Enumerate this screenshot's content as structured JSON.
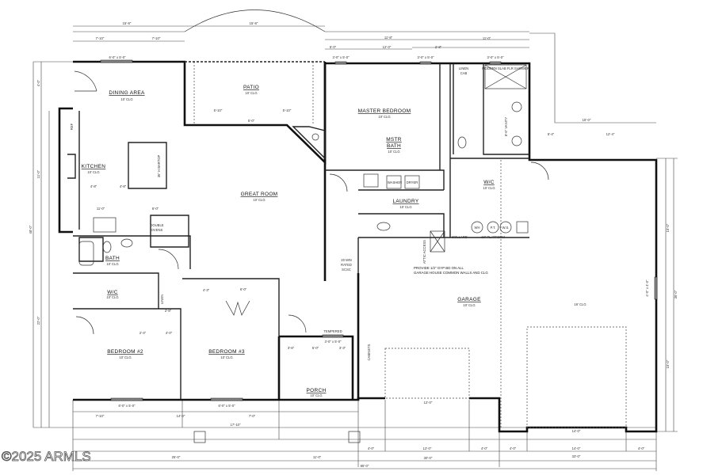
{
  "watermark": "©2025 ARMLS",
  "rooms": {
    "dining": {
      "name": "DINING AREA",
      "clg": "10' CLG"
    },
    "kitchen": {
      "name": "KITCHEN",
      "clg": "10' CLG"
    },
    "patio": {
      "name": "PATIO",
      "clg": "10' CLG"
    },
    "great_room": {
      "name": "GREAT ROOM",
      "clg": "10' CLG"
    },
    "master_bedroom": {
      "name": "MASTER BEDROOM",
      "clg": "10' CLG"
    },
    "master_bath": {
      "name1": "MSTR",
      "name2": "BATH",
      "clg": "10' CLG"
    },
    "master_wic": {
      "name": "W/C",
      "clg": "10' CLG"
    },
    "laundry": {
      "name": "LAUNDRY",
      "clg": "10' CLG"
    },
    "bath": {
      "name": "BATH",
      "clg": "10' CLG"
    },
    "wic": {
      "name": "W/C",
      "clg": "10' CLG"
    },
    "bedroom2": {
      "name": "BEDROOM #2",
      "clg": "10' CLG"
    },
    "bedroom3": {
      "name": "BEDROOM #3",
      "clg": "10' CLG"
    },
    "porch": {
      "name": "PORCH",
      "clg": "10' CLG"
    },
    "garage": {
      "name": "GARAGE",
      "clg": "10' CLG"
    },
    "garage_bay": {
      "clg": "16' CLG"
    }
  },
  "fixtures": {
    "double_ovens_1": "DOUBLE",
    "double_ovens_2": "OVENS",
    "linen_cab_1": "LINEN",
    "linen_cab_2": "CAB",
    "shower": "MODERN SLAB FLR SHOWER",
    "vanity": "8'-6\" VANITY",
    "washer": "WASHER",
    "dryer": "DRYER",
    "rated_1": "20 MIN",
    "rated_2": "RATED",
    "rated_3": "SCSC",
    "tempered": "TEMPERED",
    "cabinets": "CABINETS",
    "bollard": "BOLLARD",
    "platform": "18\" PLATFORM",
    "wh": "WH",
    "ws": "W.S.",
    "pt": "P.T.",
    "linen": "LINEN",
    "bar": "36\" H BARTOP",
    "attic": "ATTIC ACCESS",
    "ref": "REF"
  },
  "note": {
    "line1": "PROVIDE 1/2\" GYP BD ON ALL",
    "line2": "GARAGE HOUSE COMMON WALLS AND CLG"
  },
  "dims": {
    "top_left": "15'-8\"",
    "top_mid": "15'-8\"",
    "top_a": "7'-10\"",
    "top_b": "7'-10\"",
    "top_right": "11'-8\"",
    "top_c": "5'-0\"",
    "top_d": "12'-0\"",
    "top_e": "2'-8\"",
    "top_f": "11'-0\"",
    "win_dining": "6'-0\" x 5'-0\"",
    "win_m1": "3'-0\" x 5'-0\"",
    "win_m2": "3'-0\" x 5'-0\"",
    "win_m3": "3'-0\" x 5'-0\"",
    "win_b2": "6'-0\" x 5'-0\"",
    "win_b3": "6'-0\" x 5'-0\"",
    "win_porch": "3'-0\" x 5'-0\"",
    "win_garage": "4'-0\" x 4'-0\"",
    "patio_a": "5'-10\"",
    "patio_b": "5'-10\"",
    "patio_c": "5'-0\"",
    "gar_top": "16'-0\"",
    "gar_a": "5'-4\"",
    "gar_b": "12'-4\"",
    "gar_door_l": "12'-0\"",
    "gar_door_r": "14'-0\"",
    "bot_a": "7'-10\"",
    "bot_b": "14'-0\"",
    "bot_c": "7'-0\"",
    "bot_d": "17'-10\"",
    "bot_e": "4'-0\"",
    "bot_f": "12'-0\"",
    "bot_g": "4'-0\"",
    "bot_h": "4'-0\"",
    "bot_i": "14'-0\"",
    "bot_j": "4'-0\"",
    "bot_k": "25'-0\"",
    "bot_l": "11'-0\"",
    "bot_m": "30'-0\"",
    "bot_n": "33'-0\"",
    "bot_total": "85'-0\"",
    "left_total": "48'-0\"",
    "left_a": "11'-0\"",
    "left_b": "22'-0\"",
    "left_c": "4'-0\"",
    "right_a": "36'-0\"",
    "right_b": "15'-0\"",
    "right_c": "15'-0\"",
    "porch_a": "3'-6\"",
    "porch_b": "5'-0\"",
    "porch_c": "3'-3\"",
    "k_a": "4'-8\"",
    "k_b": "4'-8\"",
    "k_c": "11'-0\"",
    "k_d": "6'-0\"",
    "b3_a": "6'-0\"",
    "b3_b": "4'-3\"",
    "w_a": "2'-4\"",
    "w_b": "4'-0\"",
    "w_c": "2'-8\""
  }
}
